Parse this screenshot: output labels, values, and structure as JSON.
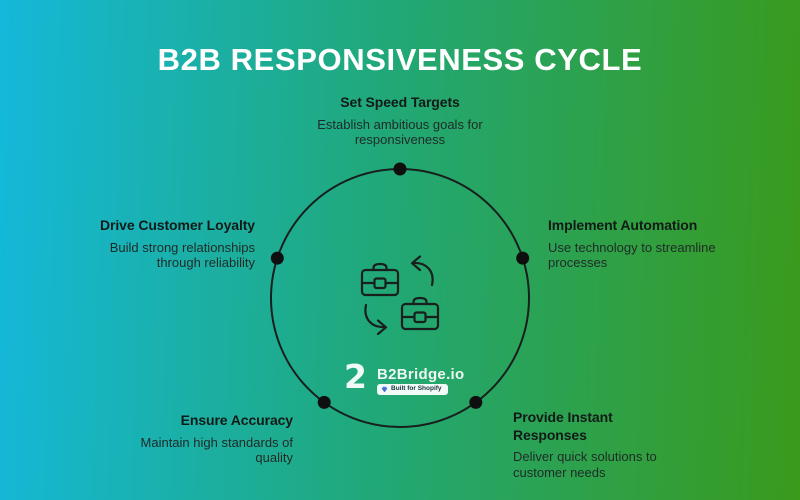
{
  "title": "B2B RESPONSIVENESS CYCLE",
  "nodes": [
    {
      "title": "Set Speed Targets",
      "desc": "Establish ambitious goals for responsiveness"
    },
    {
      "title": "Implement Automation",
      "desc": "Use technology to streamline processes"
    },
    {
      "title": "Provide Instant Responses",
      "desc": "Deliver quick solutions to customer needs"
    },
    {
      "title": "Ensure Accuracy",
      "desc": "Maintain high standards of quality"
    },
    {
      "title": "Drive Customer Loyalty",
      "desc": "Build strong relationships through reliability"
    }
  ],
  "logo": {
    "mark": "2",
    "brand": "B2Bridge.io",
    "badge": "Built for Shopify"
  },
  "icons": {
    "center": "briefcase-exchange-icon",
    "badge": "gem-icon"
  },
  "colors": {
    "bg_left": "#14b8da",
    "bg_mid": "#21a877",
    "bg_right": "#3a9a1c",
    "title": "#ffffff",
    "heading": "#121a18",
    "body": "#1f2a27",
    "stroke": "#181f1d",
    "dot": "#0d100f",
    "gem": "#4f7be0"
  }
}
